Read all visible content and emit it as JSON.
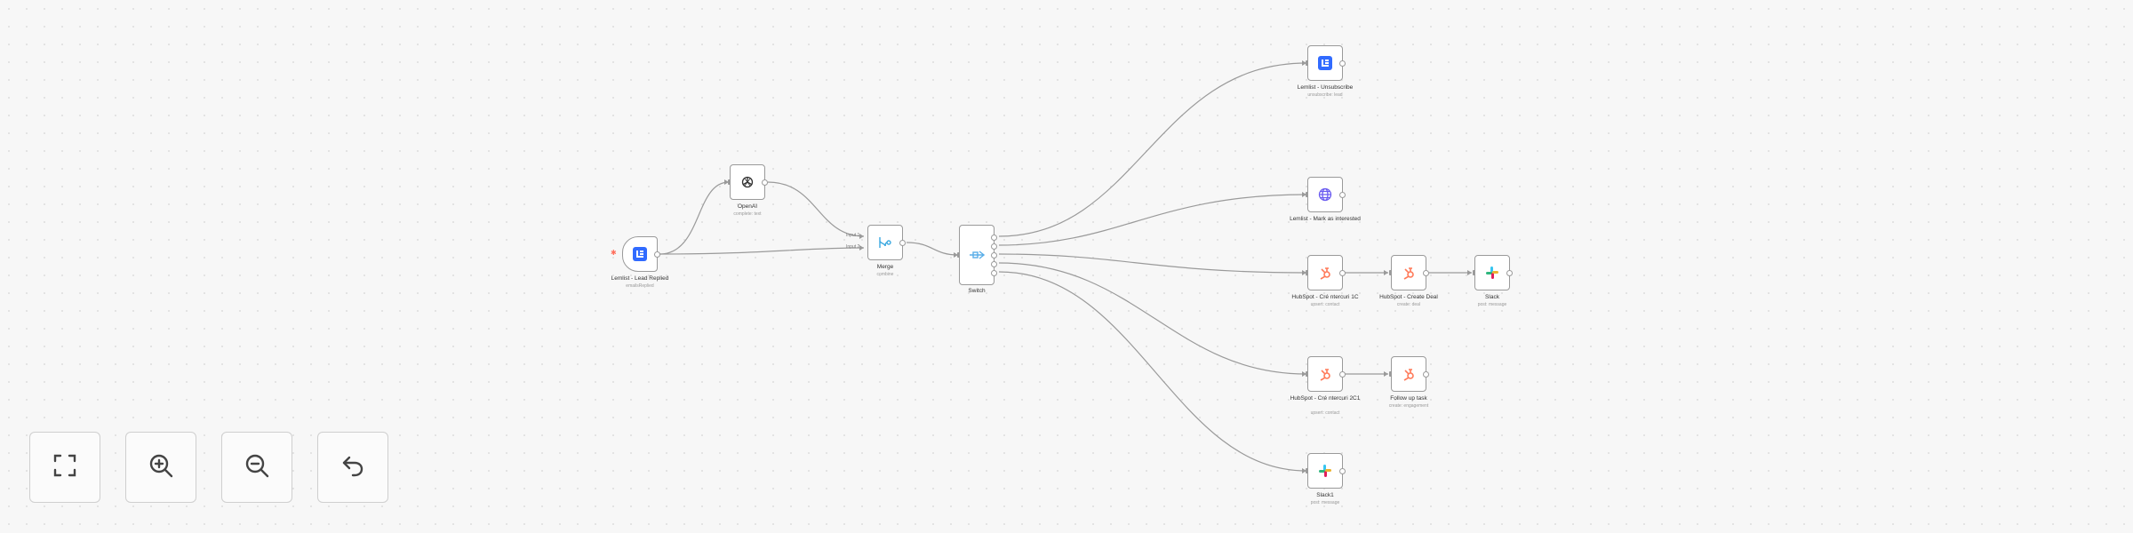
{
  "canvas": {
    "nodes": {
      "lemlist_lead_replied": {
        "label": "Lemlist - Lead Replied",
        "sub": "emailsReplied",
        "icon": "lemlist-icon"
      },
      "openai": {
        "label": "OpenAI",
        "sub": "complete: text",
        "icon": "openai-icon"
      },
      "merge": {
        "label": "Merge",
        "sub": "combine",
        "icon": "merge-icon"
      },
      "switch": {
        "label": "Switch",
        "icon": "switch-icon"
      },
      "lemlist_unsubscribe": {
        "label": "Lemlist - Unsubscribe",
        "sub": "unsubscribe: lead",
        "icon": "lemlist-icon"
      },
      "mark_as_interested": {
        "label": "Lemlist - Mark as interested",
        "icon": "globe-icon"
      },
      "hubspot_create_contact_1": {
        "label": "HubSpot - Cré ntercuri 1C",
        "sub": "upsert: contact",
        "icon": "hubspot-icon"
      },
      "hubspot_create_deal": {
        "label": "HubSpot - Create Deal",
        "sub": "create: deal",
        "icon": "hubspot-icon"
      },
      "slack_1": {
        "label": "Slack",
        "sub": "post: message",
        "icon": "slack-icon"
      },
      "hubspot_create_contact_2": {
        "label": "HubSpot - Cré ntercuri 2C1",
        "sub": "upsert: contact",
        "icon": "hubspot-icon"
      },
      "follow_up_task": {
        "label": "Follow up task",
        "sub": "create: engagement",
        "icon": "hubspot-icon"
      },
      "slack_2": {
        "label": "Slack1",
        "sub": "post: message",
        "icon": "slack-icon"
      }
    },
    "ports": {
      "merge_input_1": "Input 1",
      "merge_input_2": "Input 2"
    }
  },
  "controls": {
    "fit_view": "fit-view-icon",
    "zoom_in": "zoom-in-icon",
    "zoom_out": "zoom-out-icon",
    "reset": "undo-icon"
  },
  "colors": {
    "lemlist": "#316bff",
    "hubspot": "#ff7a59",
    "globe": "#6b5cf0",
    "switch": "#5aaee8",
    "merge": "#3aa8e0",
    "edge": "#9a9a9a",
    "trigger": "#ff6d5a"
  }
}
